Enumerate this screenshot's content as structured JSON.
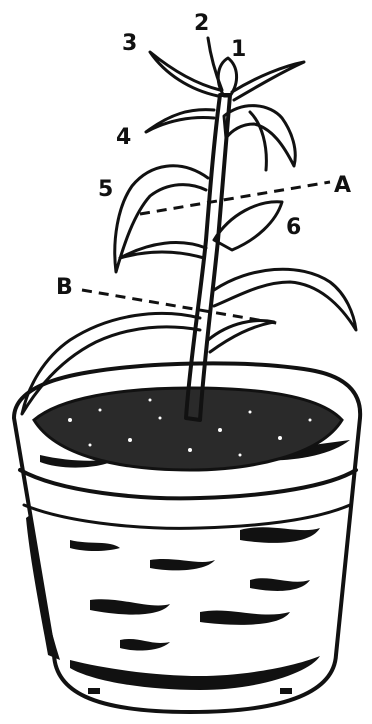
{
  "diagram": {
    "leaf_labels": [
      "1",
      "2",
      "3",
      "4",
      "5",
      "6"
    ],
    "cut_labels": {
      "a": "A",
      "b": "B"
    },
    "colors": {
      "ink": "#111111",
      "paper": "#ffffff",
      "soil": "#2a2a2a"
    }
  }
}
